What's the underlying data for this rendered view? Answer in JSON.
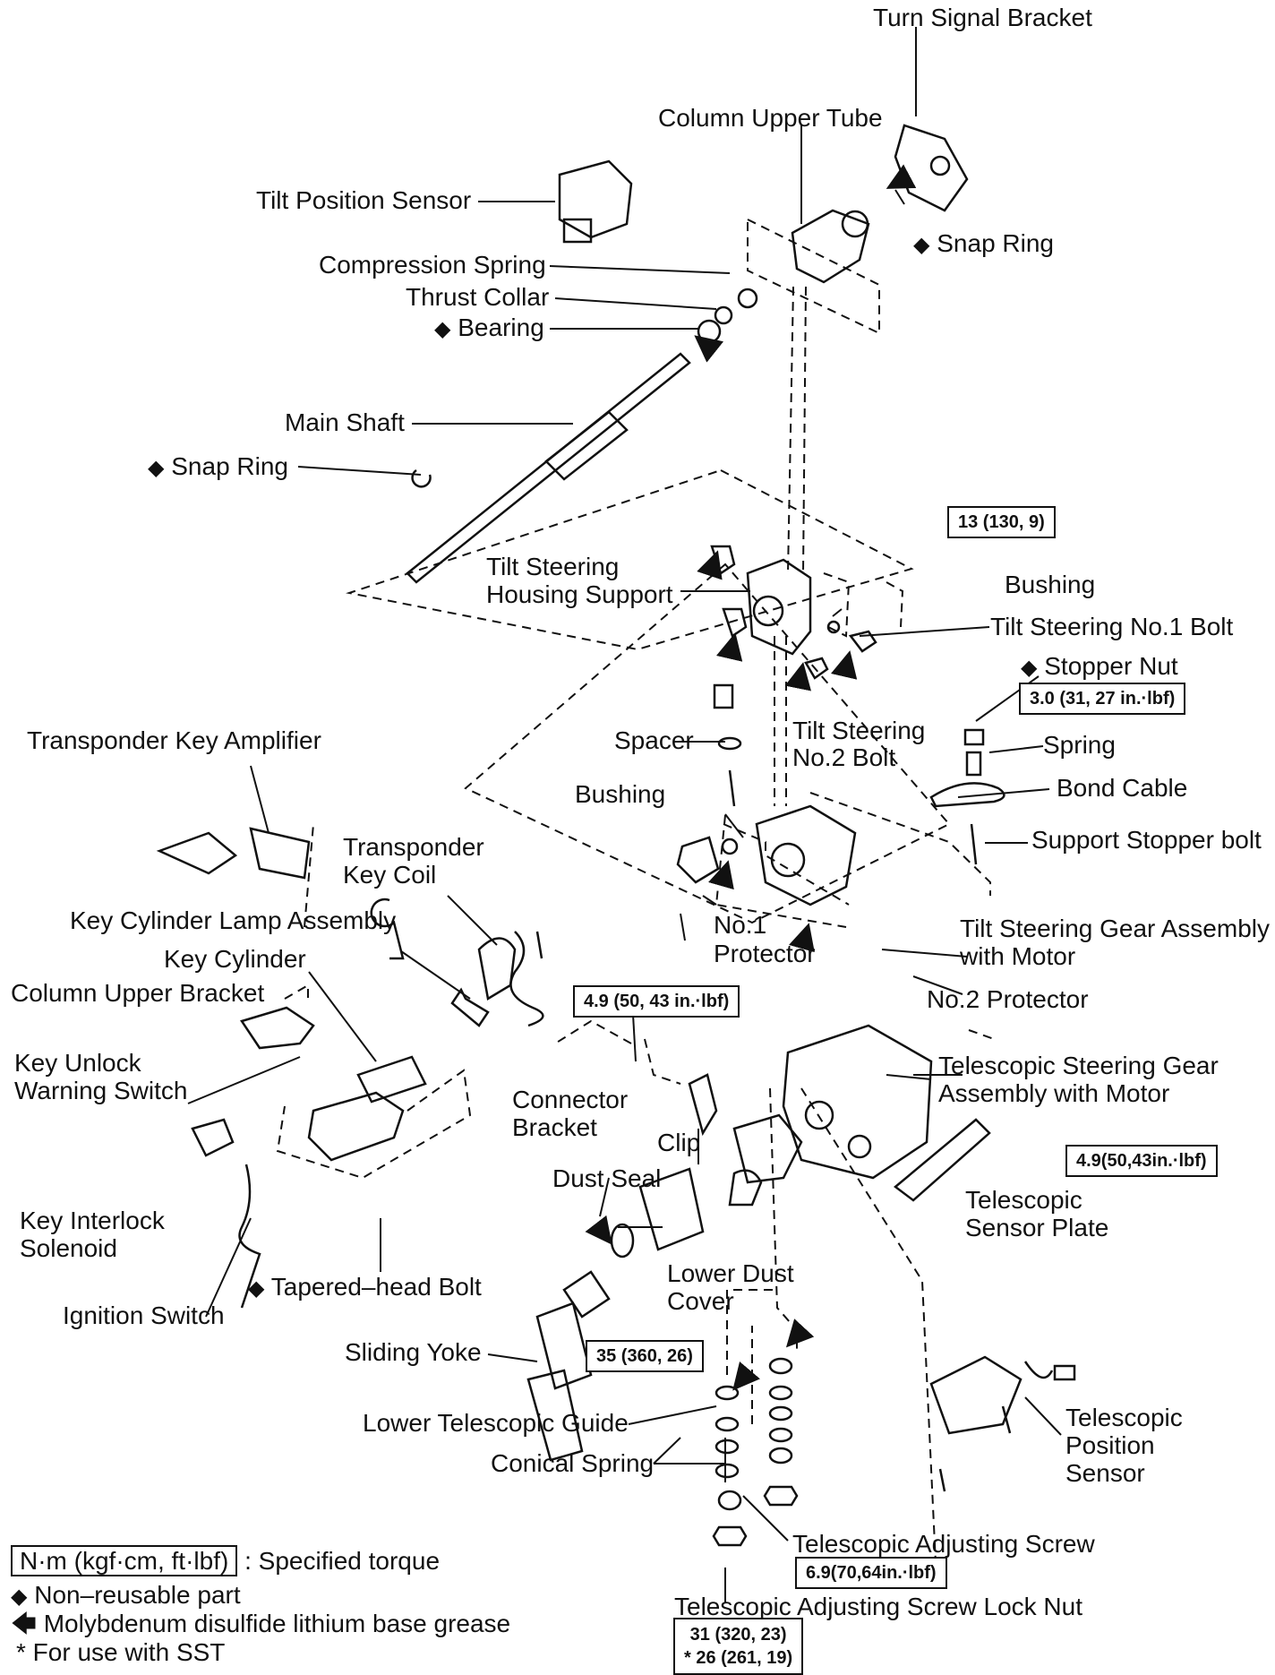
{
  "labels": {
    "turn_signal_bracket": "Turn Signal Bracket",
    "column_upper_tube": "Column Upper Tube",
    "tilt_position_sensor": "Tilt Position Sensor",
    "snap_ring_upper": "Snap Ring",
    "compression_spring": "Compression Spring",
    "thrust_collar": "Thrust Collar",
    "bearing": "Bearing",
    "main_shaft": "Main Shaft",
    "snap_ring_lower": "Snap Ring",
    "tilt_steering_housing_support_1": "Tilt Steering",
    "tilt_steering_housing_support_2": "Housing Support",
    "bushing_upper": "Bushing",
    "tilt_steering_no1_bolt": "Tilt Steering No.1 Bolt",
    "stopper_nut": "Stopper Nut",
    "spring": "Spring",
    "bond_cable": "Bond Cable",
    "support_stopper_bolt": "Support Stopper bolt",
    "spacer": "Spacer",
    "tilt_steering_no2_bolt_1": "Tilt Steering",
    "tilt_steering_no2_bolt_2": "No.2 Bolt",
    "transponder_key_amplifier": "Transponder Key Amplifier",
    "bushing_lower": "Bushing",
    "transponder_key_coil_1": "Transponder",
    "transponder_key_coil_2": "Key Coil",
    "no1_protector_1": "No.1",
    "no1_protector_2": "Protector",
    "tilt_steering_gear_assembly_1": "Tilt Steering Gear Assembly",
    "tilt_steering_gear_assembly_2": "with Motor",
    "key_cylinder_lamp_assembly": "Key Cylinder Lamp Assembly",
    "key_cylinder": "Key Cylinder",
    "no2_protector": "No.2 Protector",
    "column_upper_bracket": "Column Upper Bracket",
    "key_unlock_warning_switch_1": "Key Unlock",
    "key_unlock_warning_switch_2": "Warning Switch",
    "connector_bracket_1": "Connector",
    "connector_bracket_2": "Bracket",
    "telescopic_steering_gear_1": "Telescopic Steering Gear",
    "telescopic_steering_gear_2": "Assembly with Motor",
    "clip": "Clip",
    "dust_seal": "Dust Seal",
    "key_interlock_solenoid_1": "Key Interlock",
    "key_interlock_solenoid_2": "Solenoid",
    "telescopic_sensor_plate_1": "Telescopic",
    "telescopic_sensor_plate_2": "Sensor Plate",
    "tapered_head_bolt": "Tapered–head Bolt",
    "lower_dust_cover_1": "Lower Dust",
    "lower_dust_cover_2": "Cover",
    "ignition_switch": "Ignition Switch",
    "sliding_yoke": "Sliding Yoke",
    "lower_telescopic_guide": "Lower Telescopic Guide",
    "conical_spring": "Conical Spring",
    "telescopic_position_sensor_1": "Telescopic",
    "telescopic_position_sensor_2": "Position",
    "telescopic_position_sensor_3": "Sensor",
    "telescopic_adjusting_screw": "Telescopic Adjusting Screw",
    "telescopic_adjusting_screw_lock_nut": "Telescopic Adjusting Screw Lock Nut"
  },
  "torques": {
    "t13": "13 (130, 9)",
    "t3_0": "3.0 (31, 27 in.·lbf)",
    "t4_9_connector": "4.9 (50, 43 in.·lbf)",
    "t4_9_sensor": "4.9(50,43in.·lbf)",
    "t35": "35 (360, 26)",
    "t6_9": "6.9(70,64in.·lbf)",
    "t31": "31 (320, 23)",
    "t26": "* 26 (261, 19)"
  },
  "symbols": {
    "non_reusable": "◆",
    "grease": "🡄"
  },
  "legend": {
    "torque_box": "N·m (kgf·cm, ft·lbf)",
    "torque_text": ": Specified torque",
    "non_reusable_text": "Non–reusable part",
    "grease_text": "Molybdenum disulfide lithium base grease",
    "sst_text": "* For use with SST"
  },
  "icons": [
    "diamond-icon",
    "grease-arrow-icon"
  ]
}
